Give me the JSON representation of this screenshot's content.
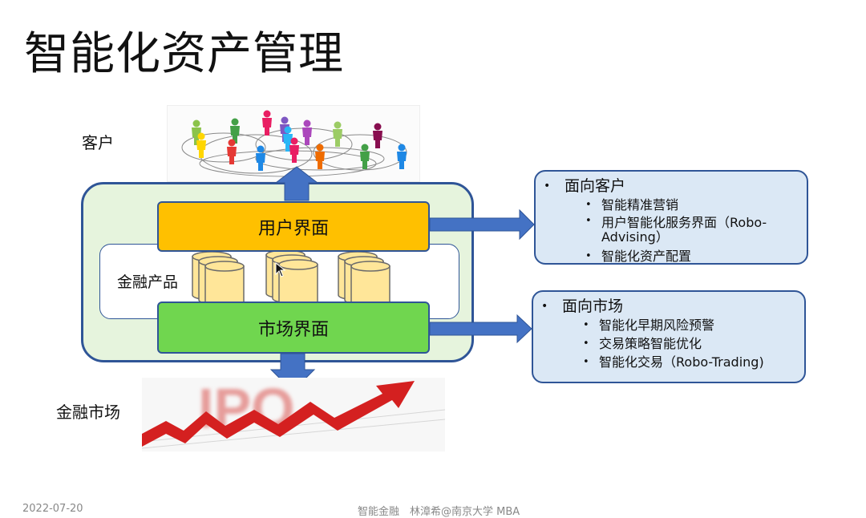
{
  "slide": {
    "title": "智能化资产管理",
    "label_customers": "客户",
    "label_products": "金融产品",
    "label_market": "金融市场",
    "user_interface": "用户界面",
    "market_interface": "市场界面",
    "customer_panel": {
      "heading": "面向客户",
      "items": [
        "智能精准营销",
        "用户智能化服务界面（Robo-Advising）",
        "智能化资产配置"
      ]
    },
    "market_panel": {
      "heading": "面向市场",
      "items": [
        "智能化早期风险预警",
        "交易策略智能优化",
        "智能化交易（Robo-Trading)"
      ]
    },
    "ipo_image_text": "IPO"
  },
  "footer": {
    "date": "2022-07-20",
    "center": "智能金融　林漳希@南京大学 MBA"
  },
  "colors": {
    "border_blue": "#2f5597",
    "arrow_blue": "#4472c4",
    "user_bar": "#ffc000",
    "market_bar": "#70d64f",
    "outer_fill": "#e6f4dd",
    "panel_fill": "#dbe8f5",
    "cylinder_fill": "#ffe699"
  }
}
